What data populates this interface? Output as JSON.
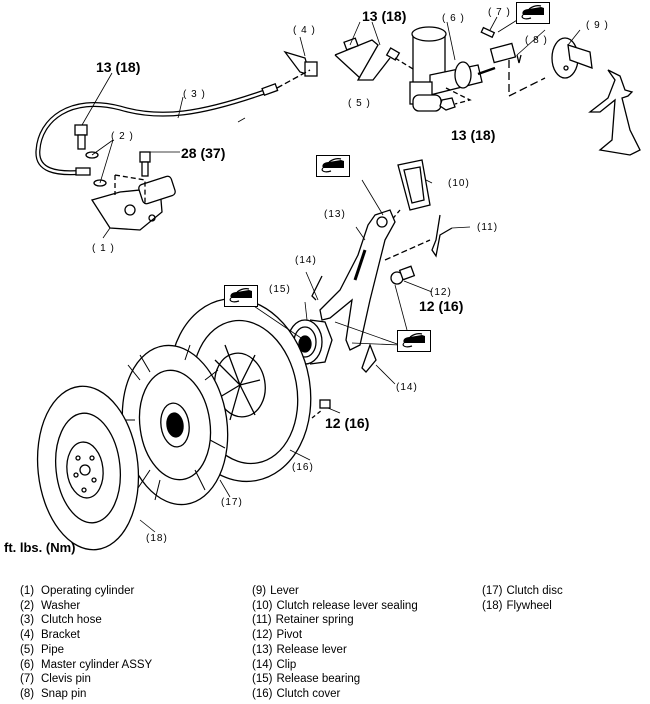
{
  "diagram": {
    "title": "Clutch system exploded view",
    "callouts": [
      {
        "id": "1",
        "label": "( 1 )"
      },
      {
        "id": "2",
        "label": "( 2 )"
      },
      {
        "id": "3",
        "label": "( 3 )"
      },
      {
        "id": "4",
        "label": "( 4 )"
      },
      {
        "id": "5",
        "label": "( 5 )"
      },
      {
        "id": "6",
        "label": "( 6 )"
      },
      {
        "id": "7",
        "label": "( 7 )"
      },
      {
        "id": "8",
        "label": "( 8 )"
      },
      {
        "id": "9",
        "label": "( 9 )"
      },
      {
        "id": "10",
        "label": "(10)"
      },
      {
        "id": "11",
        "label": "(11)"
      },
      {
        "id": "12",
        "label": "(12)"
      },
      {
        "id": "13",
        "label": "(13)"
      },
      {
        "id": "14a",
        "label": "(14)"
      },
      {
        "id": "14b",
        "label": "(14)"
      },
      {
        "id": "15",
        "label": "(15)"
      },
      {
        "id": "16",
        "label": "(16)"
      },
      {
        "id": "17",
        "label": "(17)"
      },
      {
        "id": "18",
        "label": "(18)"
      }
    ],
    "torques": [
      {
        "id": "hose-bolt",
        "label": "13 (18)"
      },
      {
        "id": "operating-cyl-bolt",
        "label": "28 (37)"
      },
      {
        "id": "pipe-nut",
        "label": "13 (18)"
      },
      {
        "id": "master-cyl-nut",
        "label": "13 (18)"
      },
      {
        "id": "pivot",
        "label": "12 (16)"
      },
      {
        "id": "cover-bolt",
        "label": "12 (16)"
      }
    ],
    "grease_symbol": "grease-application-icon",
    "units_label": "ft. lbs. (Nm)"
  },
  "legend": {
    "col1": [
      {
        "num": "(1)",
        "name": "Operating cylinder"
      },
      {
        "num": "(2)",
        "name": "Washer"
      },
      {
        "num": "(3)",
        "name": "Clutch hose"
      },
      {
        "num": "(4)",
        "name": "Bracket"
      },
      {
        "num": "(5)",
        "name": "Pipe"
      },
      {
        "num": "(6)",
        "name": "Master cylinder ASSY"
      },
      {
        "num": "(7)",
        "name": "Clevis pin"
      },
      {
        "num": "(8)",
        "name": "Snap pin"
      }
    ],
    "col2": [
      {
        "num": "(9)",
        "name": "Lever"
      },
      {
        "num": "(10)",
        "name": "Clutch release lever sealing"
      },
      {
        "num": "(11)",
        "name": "Retainer spring"
      },
      {
        "num": "(12)",
        "name": "Pivot"
      },
      {
        "num": "(13)",
        "name": "Release lever"
      },
      {
        "num": "(14)",
        "name": "Clip"
      },
      {
        "num": "(15)",
        "name": "Release bearing"
      },
      {
        "num": "(16)",
        "name": "Clutch cover"
      }
    ],
    "col3": [
      {
        "num": "(17)",
        "name": "Clutch disc"
      },
      {
        "num": "(18)",
        "name": "Flywheel"
      }
    ]
  }
}
